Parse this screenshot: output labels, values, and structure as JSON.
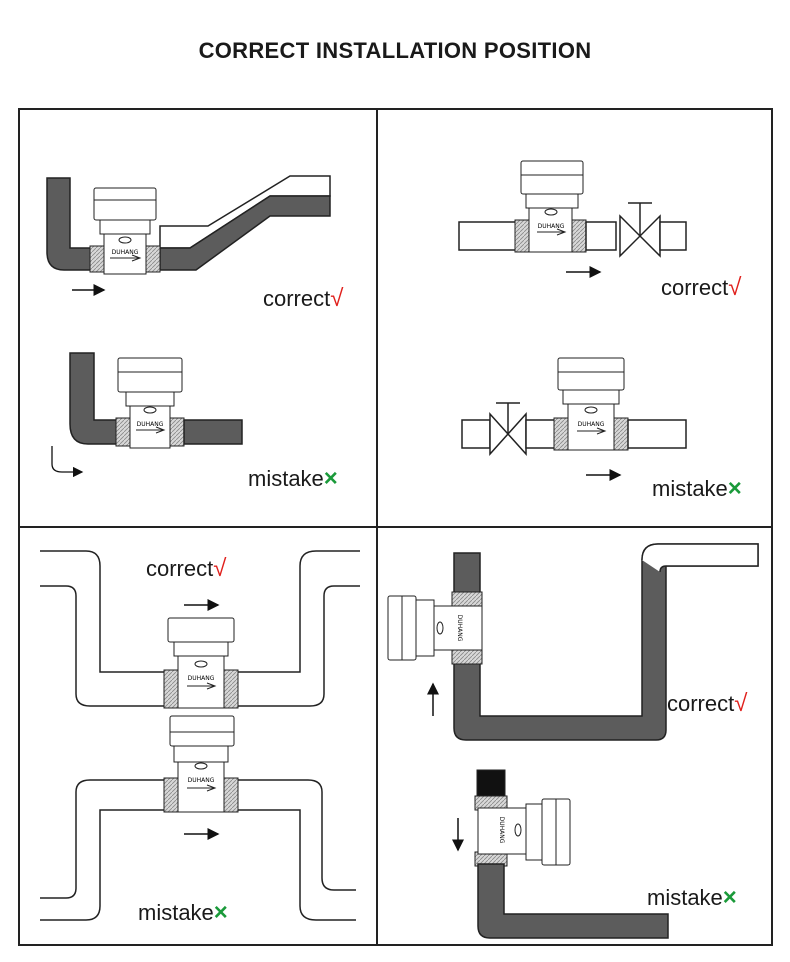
{
  "title": "CORRECT INSTALLATION POSITION",
  "labels": {
    "correct": "correct",
    "mistake": "mistake",
    "check_mark": "√",
    "cross_mark": "×"
  },
  "colors": {
    "pipe_dark": "#5c5c5c",
    "check": "#e0201c",
    "cross": "#1a9a3a"
  },
  "panels": [
    {
      "name": "top-left",
      "examples": [
        "correct",
        "mistake"
      ]
    },
    {
      "name": "top-right",
      "examples": [
        "correct",
        "mistake"
      ]
    },
    {
      "name": "bottom-left",
      "examples": [
        "correct",
        "mistake"
      ]
    },
    {
      "name": "bottom-right",
      "examples": [
        "correct",
        "mistake"
      ]
    }
  ]
}
